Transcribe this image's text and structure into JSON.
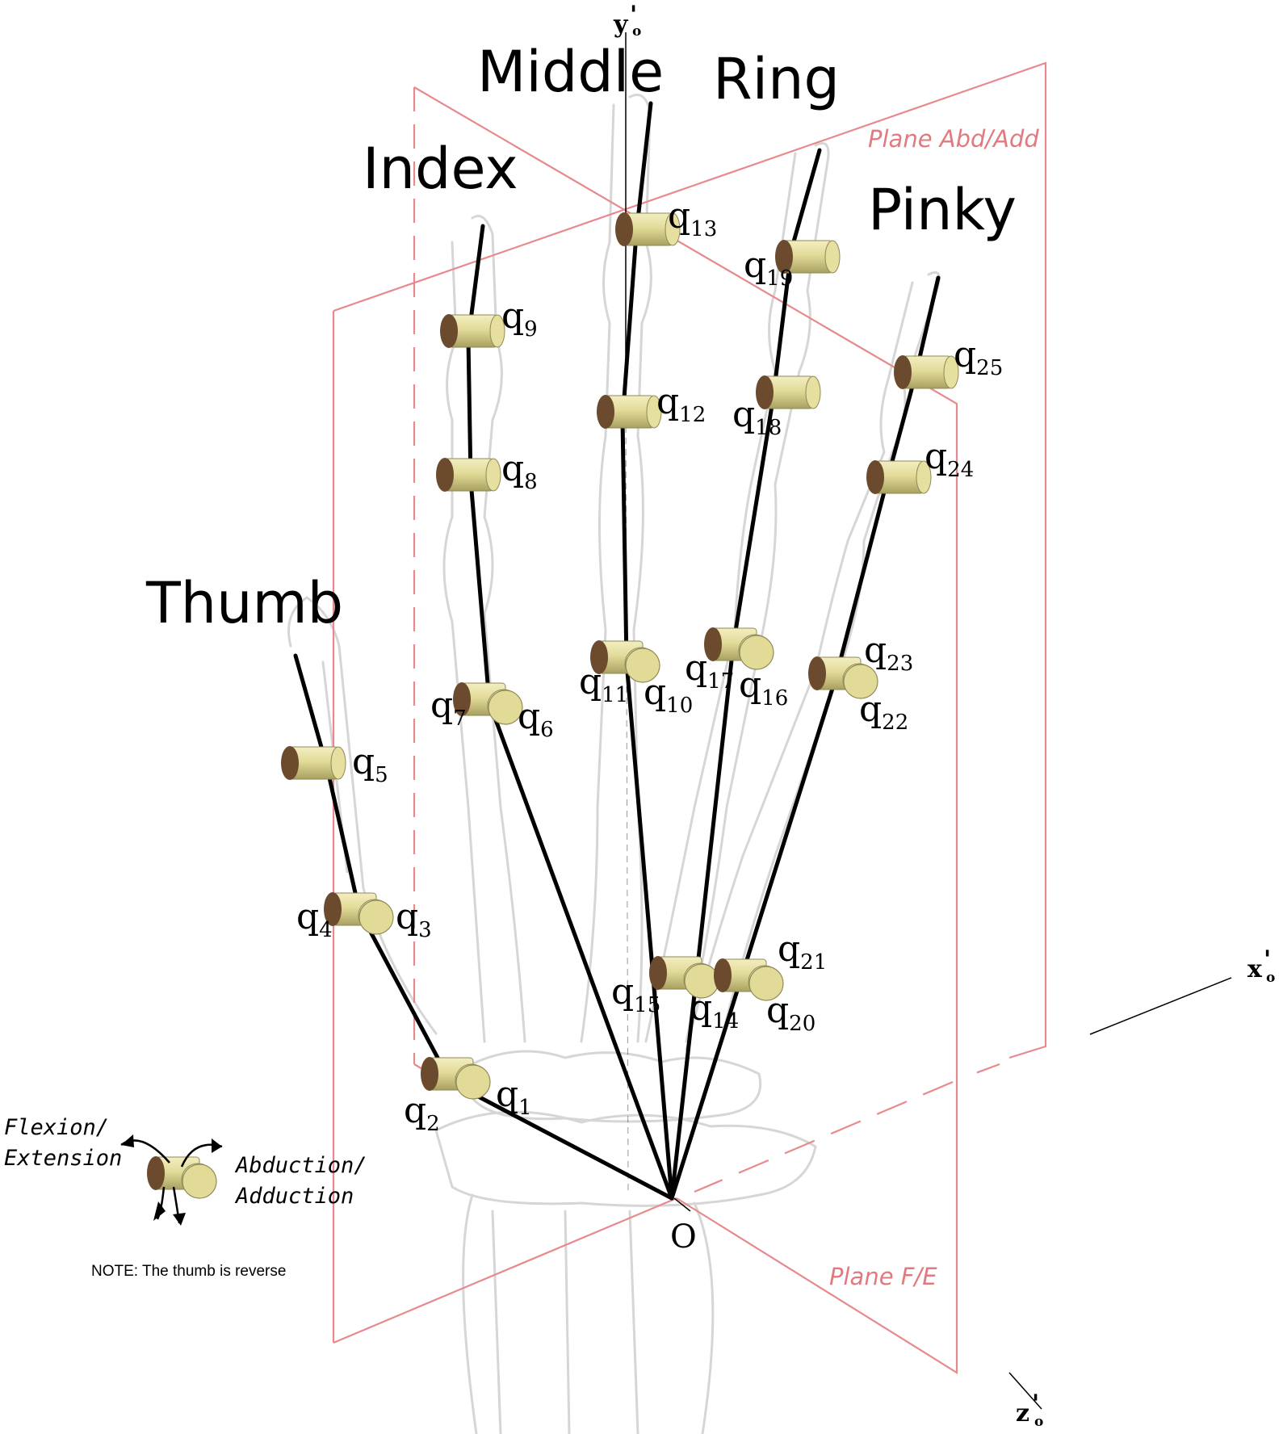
{
  "fingers": {
    "thumb": "Thumb",
    "index": "Index",
    "middle": "Middle",
    "ring": "Ring",
    "pinky": "Pinky"
  },
  "planes": {
    "abd_add": "Plane Abd/Add",
    "fe": "Plane F/E"
  },
  "axes": {
    "y": "y",
    "x": "x",
    "z": "z",
    "prime": "'",
    "sub": "o"
  },
  "origin": "O",
  "joint_symbol": "q",
  "joints": [
    "1",
    "2",
    "3",
    "4",
    "5",
    "6",
    "7",
    "8",
    "9",
    "10",
    "11",
    "12",
    "13",
    "14",
    "15",
    "16",
    "17",
    "18",
    "19",
    "20",
    "21",
    "22",
    "23",
    "24",
    "25"
  ],
  "legend": {
    "flexion_1": "Flexion/",
    "flexion_2": "Extension",
    "abduction_1": "Abduction/",
    "abduction_2": "Adduction",
    "note": "NOTE: The thumb is reverse"
  },
  "colors": {
    "plane": "#e8898d",
    "joint_body": "#dcd592",
    "joint_end": "#6b4a2e",
    "bone_outline": "#d6d6d6"
  }
}
